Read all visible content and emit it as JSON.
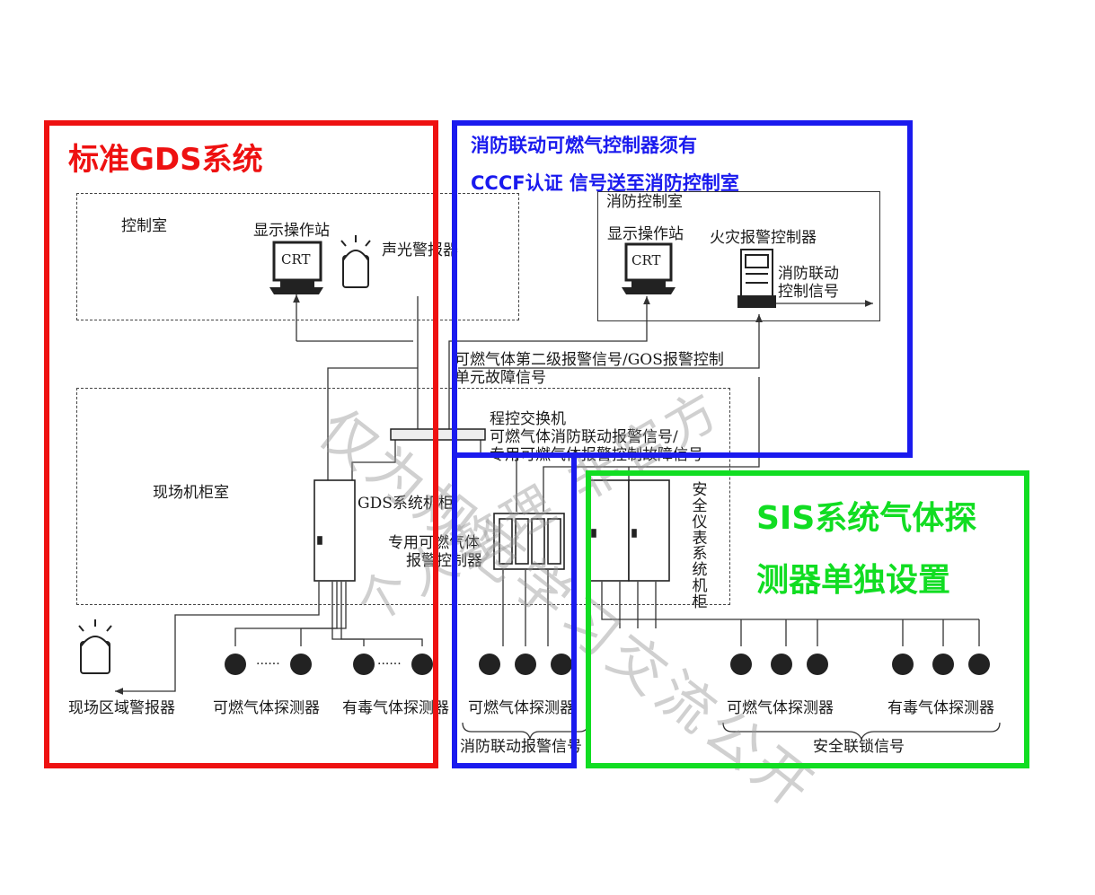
{
  "highlights": {
    "red": {
      "title": "标准GDS系统",
      "color": "#ee1111"
    },
    "blue": {
      "line1": "消防联动可燃气控制器须有",
      "line2": "CCCF认证 信号送至消防控制室",
      "color": "#1a1aee"
    },
    "green": {
      "line1": "SIS系统气体探",
      "line2": "测器单独设置",
      "color": "#11dd22"
    }
  },
  "zones": {
    "control_room": "控制室",
    "fire_control_room": "消防控制室",
    "field_cabinet_room": "现场机柜室"
  },
  "devices": {
    "display_station": "显示操作站",
    "display_station_fire": "显示操作站",
    "crt": "CRT",
    "crt_fire": "CRT",
    "sound_light_alarm": "声光警报器",
    "fire_alarm_controller": "火灾报警控制器",
    "fire_link_control_signal_1": "消防联动",
    "fire_link_control_signal_2": "控制信号",
    "pbx": "程控交换机",
    "gds_cabinet": "GDS系统机柜",
    "dedicated_controller_1": "专用可燃气体",
    "dedicated_controller_2": "报警控制器",
    "sis_cabinet": "安全仪表系统机柜",
    "field_area_alarm": "现场区域警报器"
  },
  "signals": {
    "level2_line1": "可燃气体第二级报警信号/GOS报警控制",
    "level2_line2": "单元故障信号",
    "fire_link_line1": "可燃气体消防联动报警信号/",
    "fire_link_line2": "专用可燃气体报警控制故障信号",
    "fire_link_alarm": "消防联动报警信号",
    "safety_interlock": "安全联锁信号"
  },
  "detectors": {
    "combustible": "可燃气体探测器",
    "toxic": "有毒气体探测器",
    "combustible_fire": "可燃气体探测器",
    "combustible_sis": "可燃气体探测器",
    "toxic_sis": "有毒气体探测器",
    "ellipsis": "······",
    "ellipsis2": "······"
  },
  "watermark": {
    "line1": "仅为规范学习交流公开",
    "line2": "个人整理 非官方"
  }
}
